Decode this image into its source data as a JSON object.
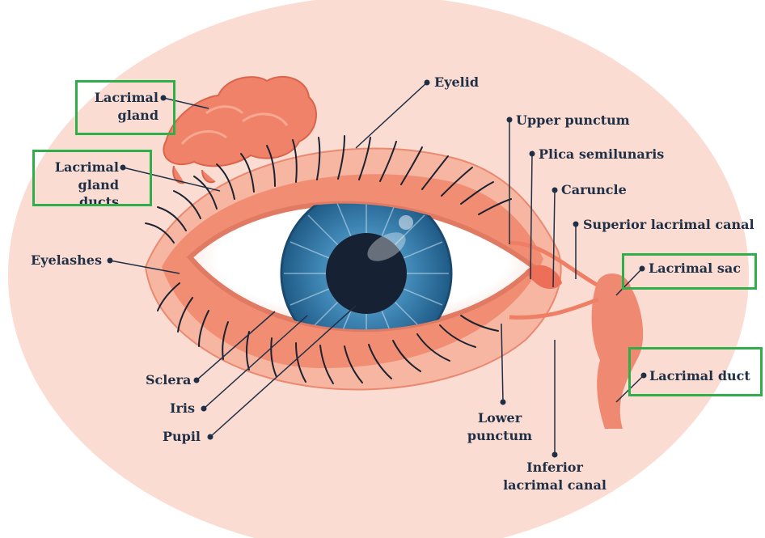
{
  "labels": {
    "lacrimal_gland": "Lacrimal gland",
    "lacrimal_gland_ducts": "Lacrimal gland ducts",
    "eyelashes": "Eyelashes",
    "sclera": "Sclera",
    "iris": "Iris",
    "pupil": "Pupil",
    "eyelid": "Eyelid",
    "upper_punctum": "Upper punctum",
    "plica_semilunaris": "Plica semilunaris",
    "caruncle": "Caruncle",
    "superior_lacrimal_canal": "Superior lacrimal canal",
    "lacrimal_sac": "Lacrimal sac",
    "lacrimal_duct": "Lacrimal duct",
    "lower_punctum": "Lower punctum",
    "inferior_lacrimal_canal": "Inferior lacrimal canal"
  },
  "highlighted": [
    "lacrimal_gland",
    "lacrimal_gland_ducts",
    "lacrimal_sac",
    "lacrimal_duct"
  ],
  "colors": {
    "background": "#fbdcd2",
    "skin": "#f6b6a2",
    "gland": "#ef8268",
    "iris": "#2d6d9c",
    "pupil": "#162233",
    "leader": "#1f2f45",
    "highlight_box": "#2fae4a"
  }
}
